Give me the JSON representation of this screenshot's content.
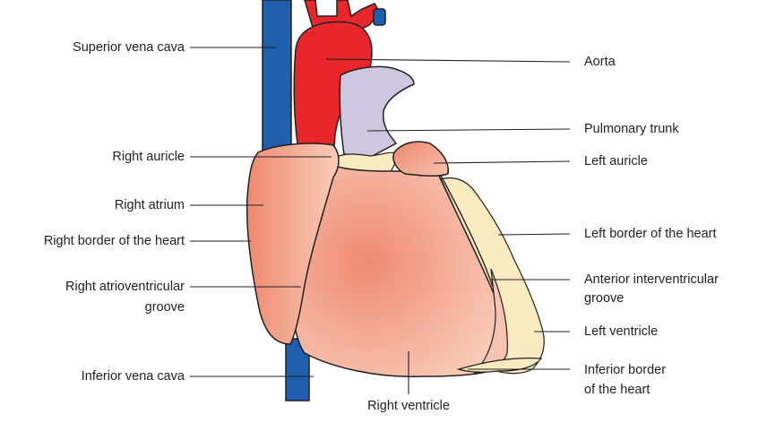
{
  "labels": {
    "superior_vena_cava": "Superior vena cava",
    "aorta": "Aorta",
    "pulmonary_trunk": "Pulmonary trunk",
    "right_auricle": "Right auricle",
    "left_auricle": "Left auricle",
    "right_atrium": "Right atrium",
    "right_border": "Right border of the heart",
    "left_border": "Left border of the heart",
    "right_av_groove_1": "Right atrioventricular",
    "right_av_groove_2": "groove",
    "anterior_iv_groove_1": "Anterior interventricular",
    "anterior_iv_groove_2": "groove",
    "left_ventricle": "Left ventricle",
    "inferior_vena_cava": "Inferior vena cava",
    "inferior_border_1": "Inferior border",
    "inferior_border_2": "of the heart",
    "right_ventricle": "Right ventricle"
  },
  "colors": {
    "vena_cava": "#1f5fae",
    "aorta": "#e8262b",
    "pulmonary": "#cfc6df",
    "heart_dark": "#ef8a72",
    "heart_light": "#f9cdb8",
    "fat": "#f7ebbf",
    "outline": "#231f20"
  }
}
